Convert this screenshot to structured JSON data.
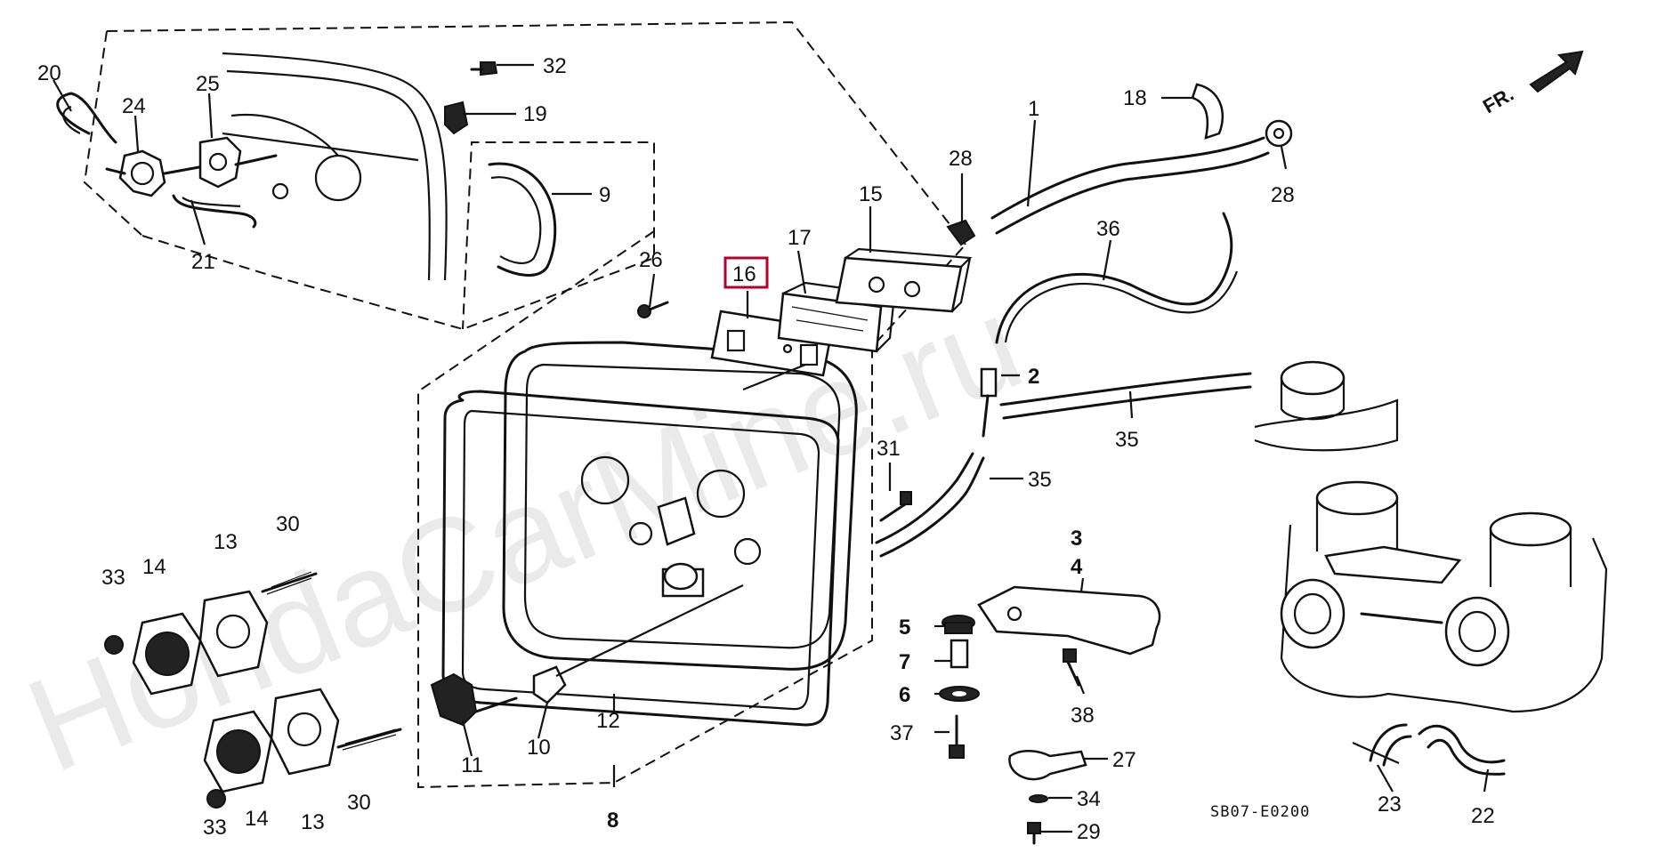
{
  "watermark": "HondaCarMine.ru",
  "diagram_code": "SB07-E0200",
  "direction_label": "FR.",
  "highlight_color": "#b3002d",
  "highlighted_part": "16",
  "part_labels": {
    "p1": "1",
    "p2": "2",
    "p3": "3",
    "p4": "4",
    "p5": "5",
    "p6": "6",
    "p7": "7",
    "p8": "8",
    "p9": "9",
    "p10": "10",
    "p11": "11",
    "p12": "12",
    "p13a": "13",
    "p13b": "13",
    "p14a": "14",
    "p14b": "14",
    "p15": "15",
    "p16": "16",
    "p17": "17",
    "p18": "18",
    "p19": "19",
    "p20": "20",
    "p21": "21",
    "p22": "22",
    "p23": "23",
    "p24": "24",
    "p25": "25",
    "p26": "26",
    "p27": "27",
    "p28a": "28",
    "p28b": "28",
    "p29": "29",
    "p30a": "30",
    "p30b": "30",
    "p31": "31",
    "p32": "32",
    "p33a": "33",
    "p33b": "33",
    "p34": "34",
    "p35a": "35",
    "p35b": "35",
    "p36": "36",
    "p37": "37",
    "p38": "38"
  }
}
